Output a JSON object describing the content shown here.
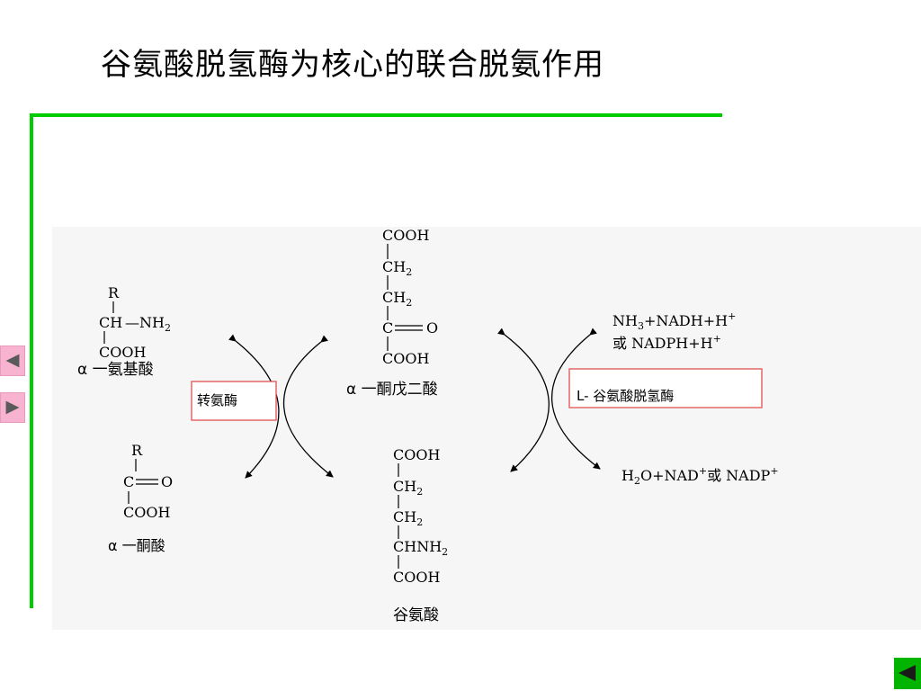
{
  "title": "谷氨酸脱氢酶为核心的联合脱氨作用",
  "amino_acid": {
    "r": "R",
    "ch": "CH",
    "nh2_prefix": "—NH",
    "sub2": "2",
    "cooh": "COOH",
    "name": "α 一氨基酸"
  },
  "keto_acid": {
    "r": "R",
    "c": "C",
    "o": "O",
    "cooh": "COOH",
    "name": "α 一酮酸"
  },
  "alpha_kg": {
    "cooh_top": "COOH",
    "ch": "CH",
    "sub2": "2",
    "c": "C",
    "o": "O",
    "cooh_bottom": "COOH",
    "name": "α 一酮戊二酸"
  },
  "glutamate": {
    "cooh_top": "COOH",
    "ch": "CH",
    "sub2": "2",
    "chnh": "CHNH",
    "cooh_bottom": "COOH",
    "name": "谷氨酸"
  },
  "enzymes": {
    "transaminase": "转氨酶",
    "gdh": "L- 谷氨酸脱氢酶"
  },
  "products": {
    "nh3": "NH",
    "sub3": "3",
    "plus_nadh": "+NADH+H",
    "sup_plus": "+",
    "or_nadph": "或 NADPH+H",
    "h": "H",
    "sub2": "2",
    "o_plus_nad": "O+NAD",
    "or_nadp": "或 NADP"
  },
  "colors": {
    "accent_green": "#00cc00",
    "enzyme_box": "#e05050",
    "nav_pink": "#f7b3cf",
    "back_green": "#00b400"
  },
  "icons": {
    "prev": "left-triangle-icon",
    "next": "right-triangle-icon",
    "back": "left-triangle-icon"
  }
}
